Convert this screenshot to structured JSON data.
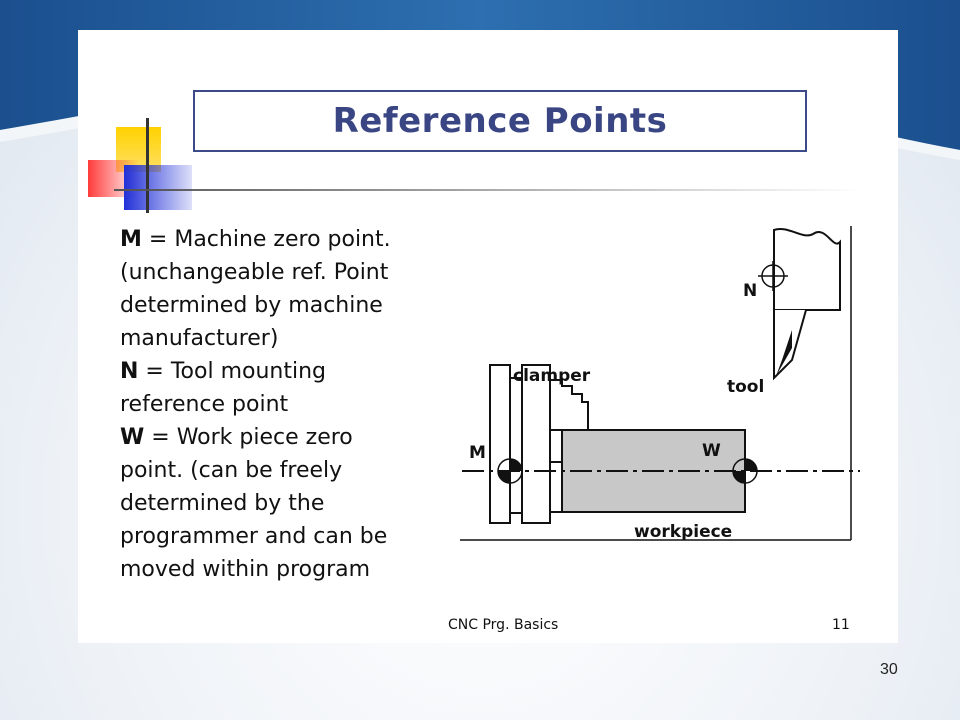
{
  "slide": {
    "title": "Reference Points",
    "items": [
      {
        "key": "M",
        "lines": [
          "= Machine zero point.",
          "(unchangeable ref. Point",
          "determined by machine",
          "manufacturer)"
        ]
      },
      {
        "key": "N",
        "lines": [
          "= Tool mounting",
          "reference point"
        ]
      },
      {
        "key": "W",
        "lines": [
          "= Work piece zero",
          "point. (can be freely",
          "determined by the",
          "programmer and can be",
          "moved within program"
        ]
      }
    ],
    "diagram_labels": {
      "m": "M",
      "n": "N",
      "w": "W",
      "clamper": "clamper",
      "tool": "tool",
      "workpiece": "workpiece"
    },
    "footer": {
      "center": "CNC Prg. Basics",
      "number": "11"
    }
  },
  "page_number": "30",
  "colors": {
    "title": "#3a4684",
    "title_border": "#3d4a8a",
    "workpiece_fill": "#c8c8c8",
    "background_wave": "#1f5a9a",
    "deco_yellow": "#f7c800",
    "deco_red": "#e83a3a",
    "deco_blue": "#2a3ad8"
  }
}
